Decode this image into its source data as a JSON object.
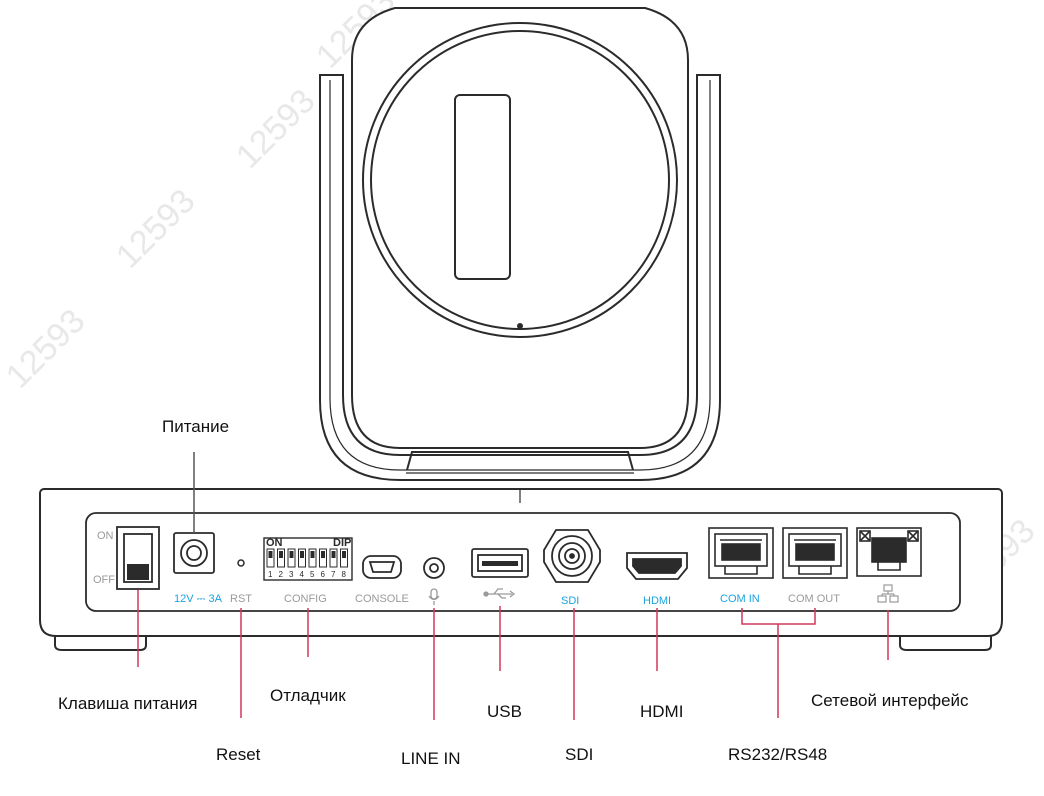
{
  "colors": {
    "outline": "#2b2b2b",
    "panel_label": "#9a9a9a",
    "panel_label_active": "#1aa3e0",
    "leader": "#d2365c",
    "leader_dark": "#555555",
    "text": "#111111"
  },
  "watermark": "12593",
  "panel": {
    "switch_on": "ON",
    "switch_off": "OFF",
    "power_spec": "12V ⎓ 3A",
    "rst": "RST",
    "config": "CONFIG",
    "dip_title_on": "ON",
    "dip_title_dip": "DIP",
    "dip_numbers": [
      "1",
      "2",
      "3",
      "4",
      "5",
      "6",
      "7",
      "8"
    ],
    "console": "CONSOLE",
    "sdi": "SDI",
    "hdmi": "HDMI",
    "com_in": "COM IN",
    "com_out": "COM OUT",
    "network_icon": "network-icon",
    "usb_icon": "usb-icon",
    "mic_icon": "microphone-icon"
  },
  "callouts": {
    "power": "Питание",
    "power_switch": "Клавиша питания",
    "debugger": "Отладчик",
    "reset": "Reset",
    "line_in": "LINE IN",
    "usb": "USB",
    "sdi": "SDI",
    "hdmi": "HDMI",
    "rs232": "RS232/RS48",
    "network": "Сетевой интерфейс"
  }
}
